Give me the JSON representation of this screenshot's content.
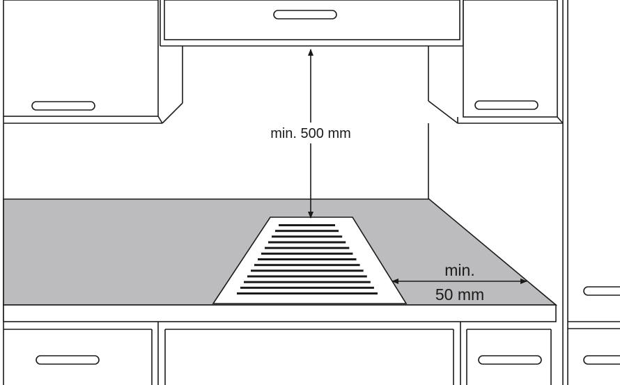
{
  "labels": {
    "vertical_clearance": "min. 500 mm",
    "side_clearance_line1": "min.",
    "side_clearance_line2": "50 mm"
  },
  "colors": {
    "line": "#1a1a1a",
    "worktop": "#bcbcbe",
    "background": "#ffffff"
  },
  "hob_vent_slats": 13
}
